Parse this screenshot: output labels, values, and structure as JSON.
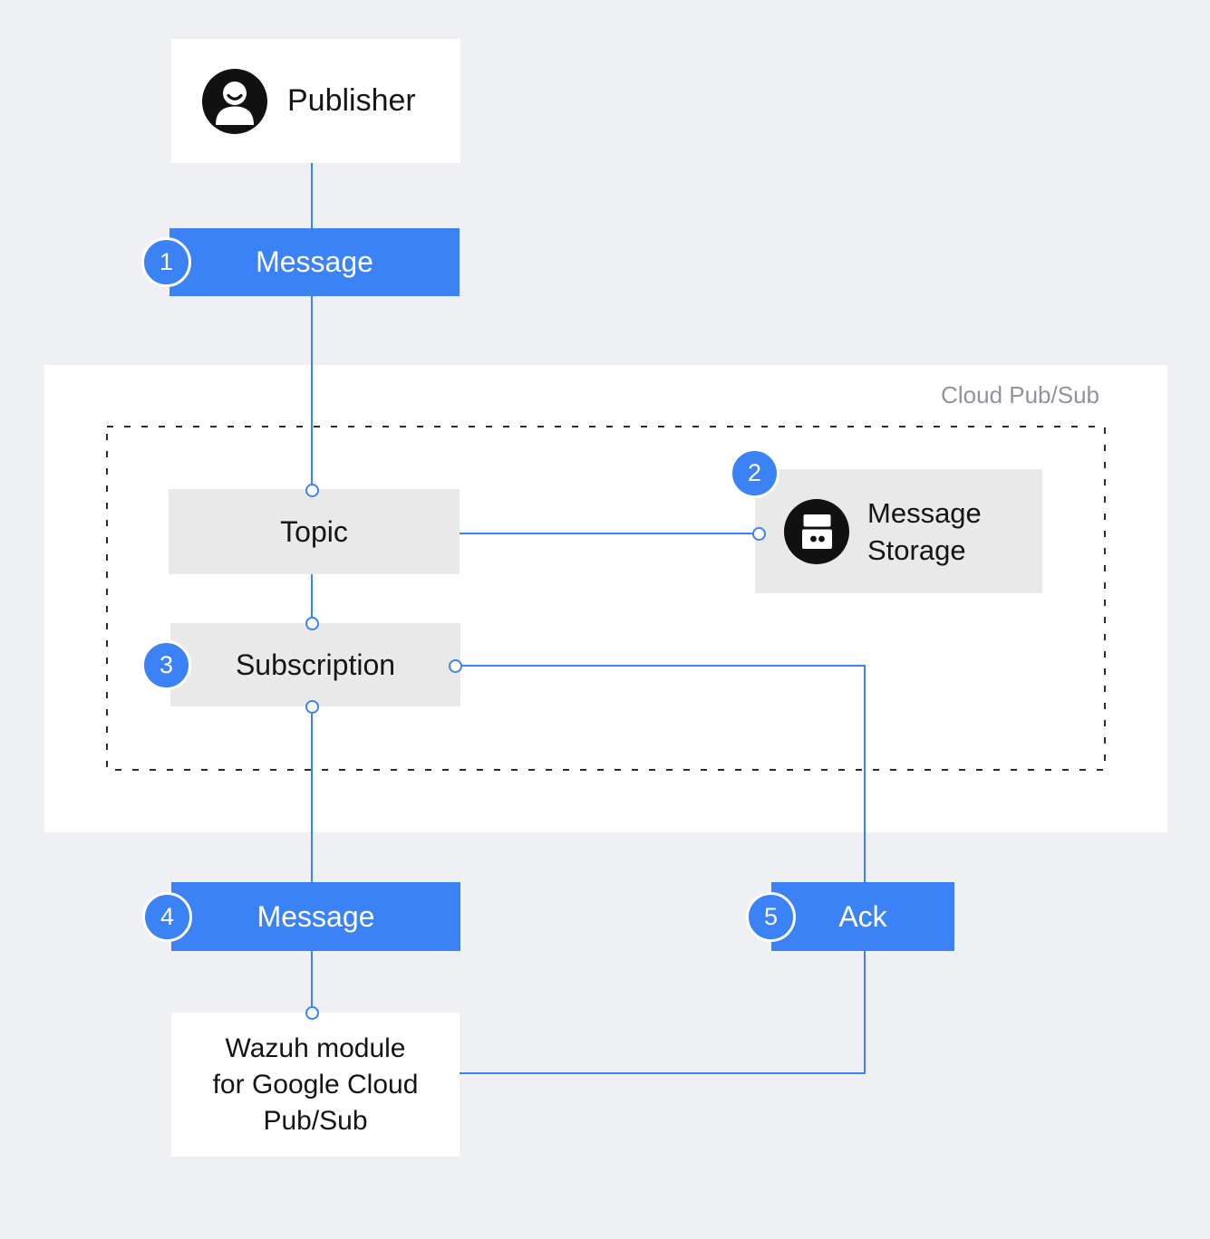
{
  "colors": {
    "accent_blue": "#3b82f6",
    "background": "#eef0f3",
    "node_gray": "#e9e9e9",
    "container_white": "#ffffff",
    "text_dark": "#161616",
    "muted_label_gray": "#909399",
    "icon_black": "#111111"
  },
  "container": {
    "label": "Cloud Pub/Sub"
  },
  "nodes": {
    "publisher": {
      "label": "Publisher",
      "icon": "user-icon"
    },
    "topic": {
      "label": "Topic"
    },
    "message_storage": {
      "line1": "Message",
      "line2": "Storage",
      "icon": "storage-icon"
    },
    "subscription": {
      "label": "Subscription"
    },
    "wazuh": {
      "line1": "Wazuh module",
      "line2": "for Google Cloud",
      "line3": "Pub/Sub"
    }
  },
  "steps": [
    {
      "num": "1",
      "label": "Message"
    },
    {
      "num": "2"
    },
    {
      "num": "3"
    },
    {
      "num": "4",
      "label": "Message"
    },
    {
      "num": "5",
      "label": "Ack"
    }
  ]
}
